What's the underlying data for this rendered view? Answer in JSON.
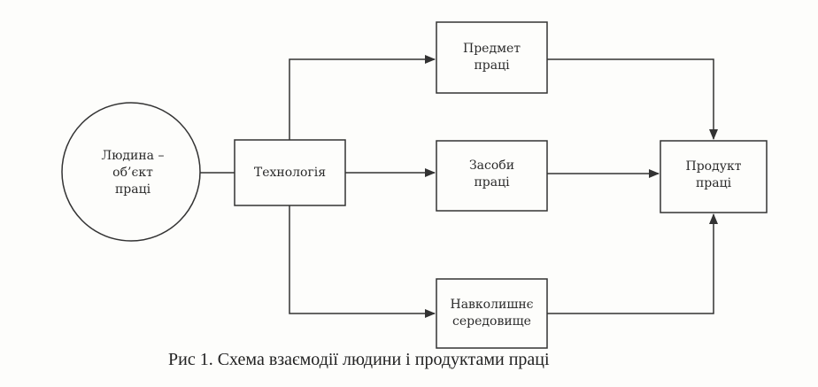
{
  "nodes": {
    "human": {
      "lines": [
        "Людина –",
        "об’єкт",
        "праці"
      ]
    },
    "technology": {
      "lines": [
        "Технологія"
      ]
    },
    "subject": {
      "lines": [
        "Предмет",
        "праці"
      ]
    },
    "means": {
      "lines": [
        "Засоби",
        "праці"
      ]
    },
    "environment": {
      "lines": [
        "Навколишнє",
        "середовище"
      ]
    },
    "product": {
      "lines": [
        "Продукт",
        "праці"
      ]
    }
  },
  "caption": "Рис 1. Схема взаємодії людини і продуктами праці"
}
